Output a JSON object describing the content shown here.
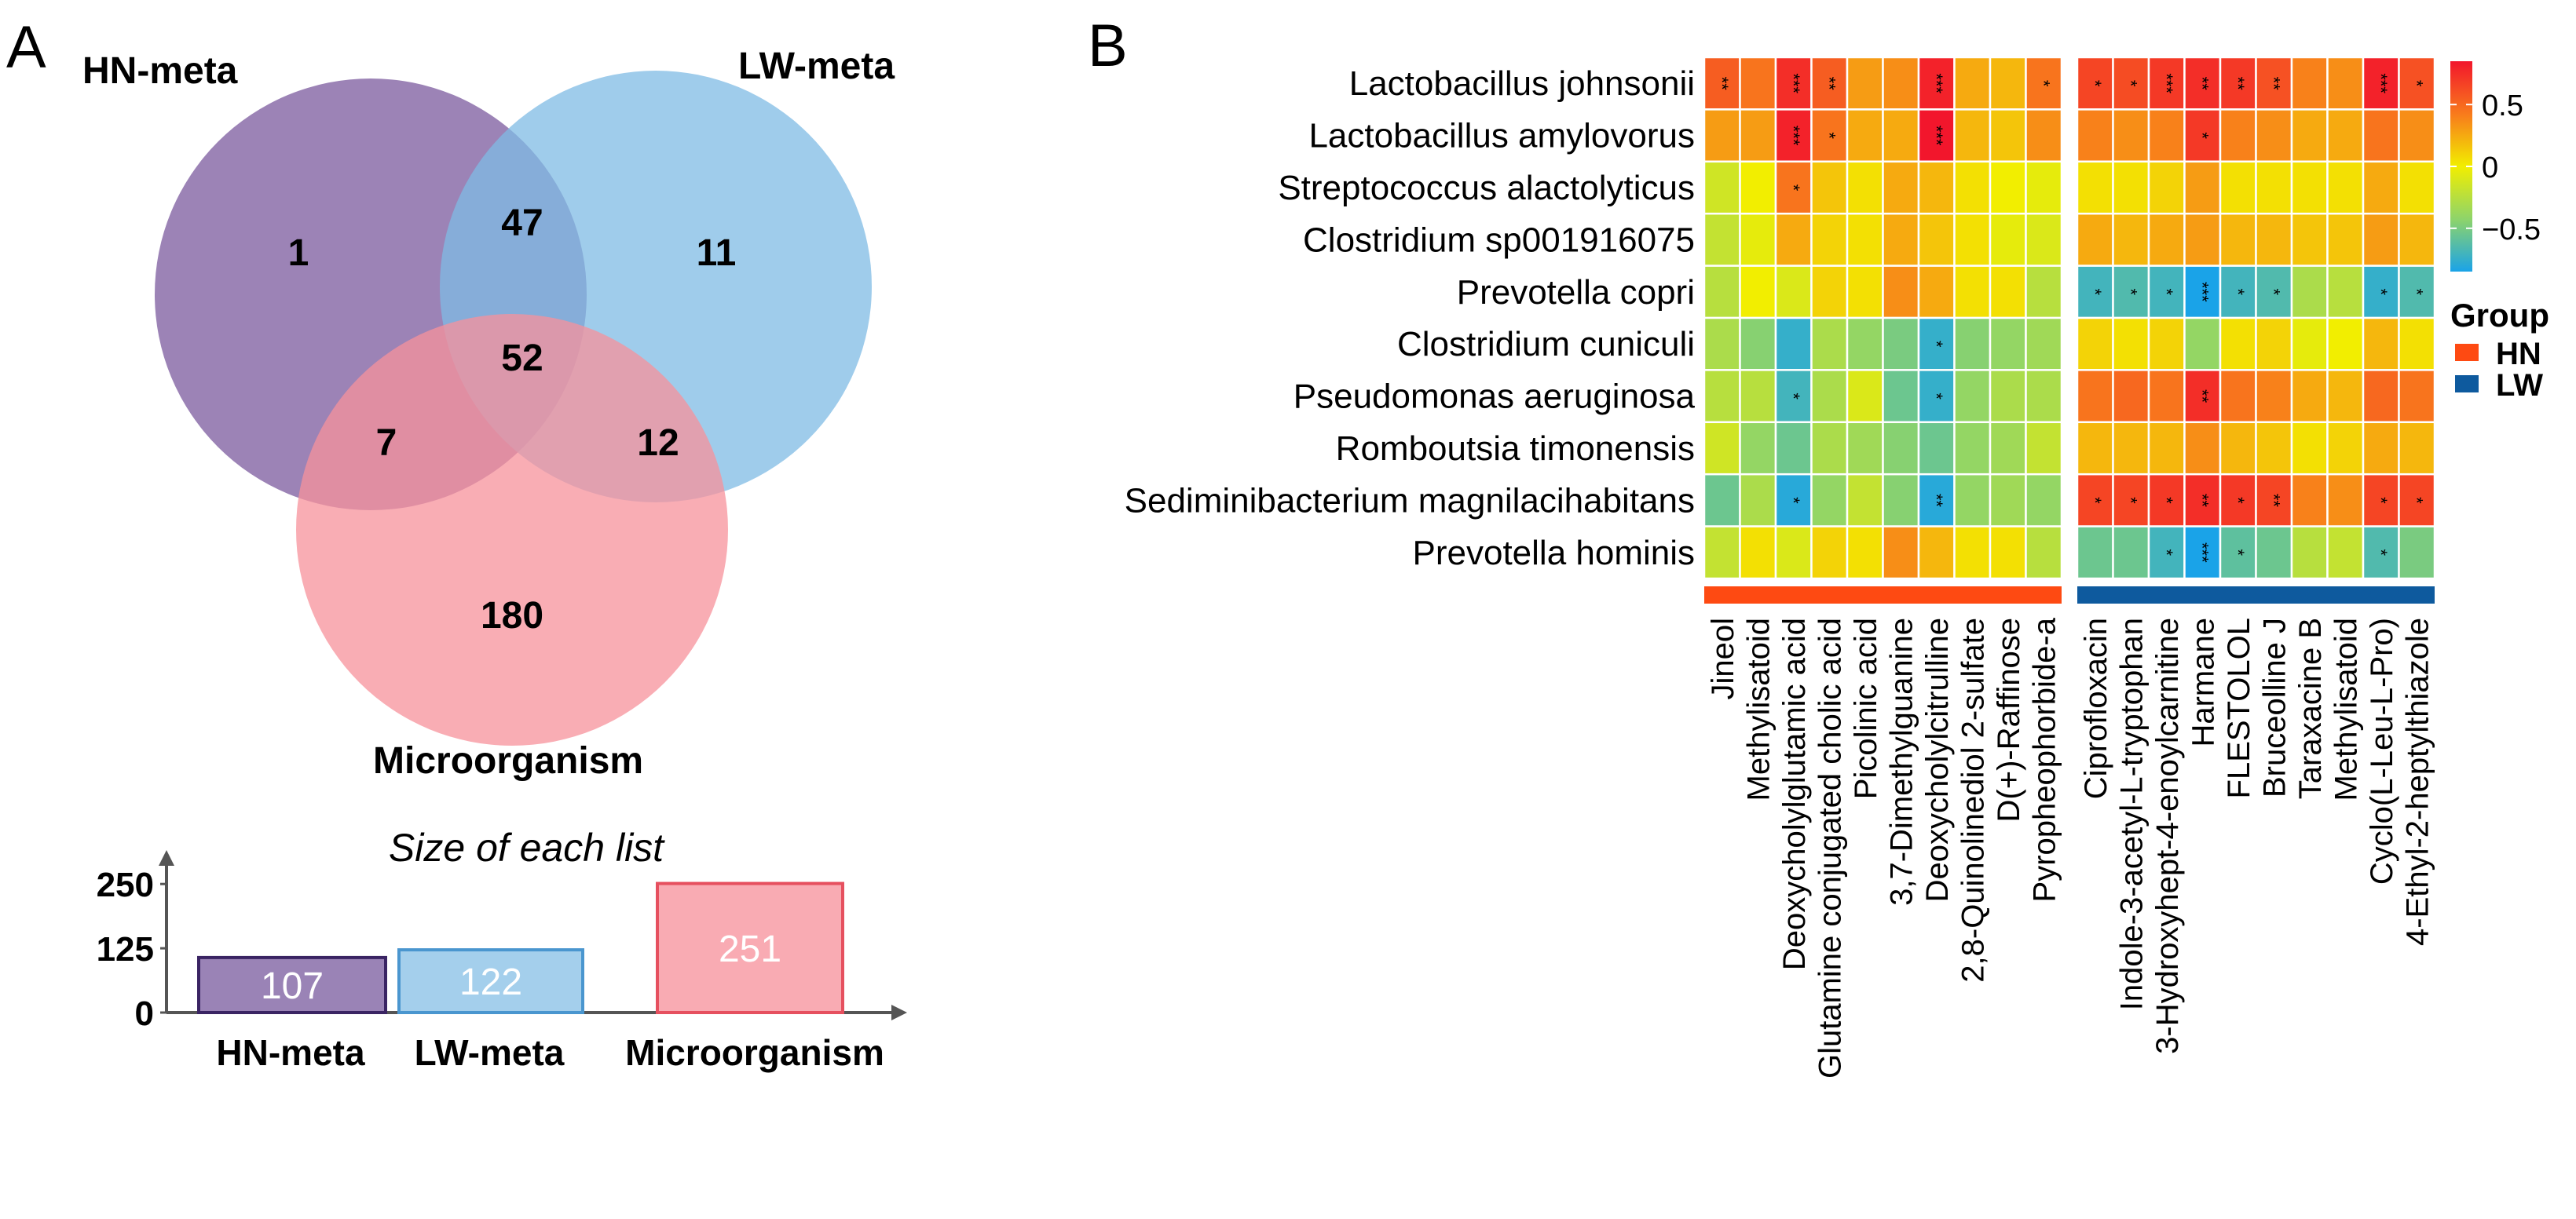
{
  "panel_a_label": "A",
  "panel_b_label": "B",
  "chart_data": [
    {
      "type": "venn",
      "sets": [
        {
          "name": "HN-meta",
          "color": "#7b5a9e"
        },
        {
          "name": "LW-meta",
          "color": "#7fbbe4"
        },
        {
          "name": "Microorganism",
          "color": "#f7929b"
        }
      ],
      "regions": {
        "HN_only": 1,
        "LW_only": 11,
        "Micro_only": 180,
        "HN_LW": 47,
        "HN_Micro": 7,
        "LW_Micro": 12,
        "all_three": 52
      }
    },
    {
      "type": "bar",
      "title": "Size of each list",
      "categories": [
        "HN-meta",
        "LW-meta",
        "Microorganism"
      ],
      "values": [
        107,
        122,
        251
      ],
      "value_labels": [
        "107",
        "122",
        "251"
      ],
      "yticks": [
        "0",
        "125",
        "250"
      ],
      "ylim": [
        0,
        290
      ],
      "colors": [
        "#9a83b6",
        "#a4cfec",
        "#f9abb3"
      ],
      "edge_colors": [
        "#3a2463",
        "#4a96cf",
        "#e6505f"
      ]
    },
    {
      "type": "heatmap",
      "rows": [
        "Lactobacillus johnsonii",
        "Lactobacillus amylovorus",
        "Streptococcus alactolyticus",
        "Clostridium sp001916075",
        "Prevotella copri",
        "Clostridium cuniculi",
        "Pseudomonas aeruginosa",
        "Romboutsia timonensis",
        "Sediminibacterium magnilacihabitans",
        "Prevotella hominis"
      ],
      "columns": [
        "Jineol",
        "Methylisatoid",
        "Deoxycholylglutamic acid",
        "Glutamine conjugated cholic acid",
        "Picolinic acid",
        "3,7-Dimethylguanine",
        "Deoxycholylcitrulline",
        "2,8-Quinolinediol 2-sulfate",
        "D(+)-Raffinose",
        "Pyropheophorbide-a",
        "Ciprofloxacin",
        "Indole-3-acetyl-L-tryptophan",
        "3-Hydroxyhept-4-enoylcarnitine",
        "Harmane",
        "FLESTOLOL",
        "Bruceolline J",
        "Taraxacine B",
        "Methylisatoid",
        "Cyclo(L-Leu-L-Pro)",
        "4-Ethyl-2-heptylthiazole"
      ],
      "column_groups": [
        "HN",
        "HN",
        "HN",
        "HN",
        "HN",
        "HN",
        "HN",
        "HN",
        "HN",
        "HN",
        "LW",
        "LW",
        "LW",
        "LW",
        "LW",
        "LW",
        "LW",
        "LW",
        "LW",
        "LW"
      ],
      "values": [
        [
          0.55,
          0.45,
          0.75,
          0.55,
          0.3,
          0.35,
          0.8,
          0.25,
          0.2,
          0.45,
          0.65,
          0.62,
          0.7,
          0.75,
          0.7,
          0.6,
          0.4,
          0.35,
          0.8,
          0.6
        ],
        [
          0.3,
          0.3,
          0.8,
          0.45,
          0.25,
          0.25,
          0.85,
          0.2,
          0.15,
          0.35,
          0.4,
          0.35,
          0.4,
          0.7,
          0.4,
          0.35,
          0.25,
          0.25,
          0.45,
          0.35
        ],
        [
          -0.15,
          0.0,
          0.45,
          0.15,
          0.05,
          0.25,
          0.2,
          0.05,
          0.0,
          -0.05,
          0.05,
          0.05,
          0.1,
          0.3,
          0.05,
          0.05,
          0.05,
          0.05,
          0.25,
          0.05
        ],
        [
          -0.2,
          -0.05,
          0.25,
          0.1,
          0.05,
          0.25,
          0.15,
          0.05,
          -0.05,
          -0.1,
          0.25,
          0.2,
          0.25,
          0.3,
          0.2,
          0.2,
          0.15,
          0.15,
          0.3,
          0.2
        ],
        [
          -0.25,
          0.0,
          -0.1,
          0.1,
          0.05,
          0.35,
          0.25,
          0.05,
          0.05,
          -0.25,
          -0.7,
          -0.65,
          -0.7,
          -0.85,
          -0.7,
          -0.65,
          -0.3,
          -0.25,
          -0.75,
          -0.65
        ],
        [
          -0.3,
          -0.45,
          -0.75,
          -0.3,
          -0.4,
          -0.5,
          -0.75,
          -0.45,
          -0.4,
          -0.35,
          0.1,
          0.05,
          0.1,
          -0.4,
          0.05,
          0.1,
          -0.05,
          0.0,
          0.2,
          0.05
        ],
        [
          -0.25,
          -0.25,
          -0.7,
          -0.3,
          -0.1,
          -0.55,
          -0.75,
          -0.4,
          -0.3,
          -0.3,
          0.45,
          0.5,
          0.45,
          0.75,
          0.45,
          0.4,
          0.25,
          0.2,
          0.5,
          0.45
        ],
        [
          -0.15,
          -0.4,
          -0.55,
          -0.3,
          -0.35,
          -0.45,
          -0.55,
          -0.4,
          -0.35,
          -0.2,
          0.2,
          0.2,
          0.2,
          0.35,
          0.2,
          0.15,
          0.05,
          0.1,
          0.25,
          0.2
        ],
        [
          -0.55,
          -0.3,
          -0.8,
          -0.4,
          -0.2,
          -0.45,
          -0.8,
          -0.4,
          -0.35,
          -0.4,
          0.65,
          0.65,
          0.7,
          0.75,
          0.7,
          0.65,
          0.4,
          0.35,
          0.65,
          0.65
        ],
        [
          -0.2,
          0.05,
          -0.1,
          0.1,
          0.05,
          0.35,
          0.2,
          0.05,
          0.05,
          -0.25,
          -0.55,
          -0.55,
          -0.7,
          -0.85,
          -0.6,
          -0.55,
          -0.25,
          -0.2,
          -0.65,
          -0.5
        ]
      ],
      "significance": [
        [
          "**",
          "",
          "***",
          "**",
          "",
          "",
          "***",
          "",
          "",
          "*",
          "*",
          "*",
          "***",
          "**",
          "**",
          "**",
          "",
          "",
          "***",
          "*"
        ],
        [
          "",
          "",
          "***",
          "*",
          "",
          "",
          "***",
          "",
          "",
          "",
          "",
          "",
          "",
          "*",
          "",
          "",
          "",
          "",
          "",
          ""
        ],
        [
          "",
          "",
          "*",
          "",
          "",
          "",
          "",
          "",
          "",
          "",
          "",
          "",
          "",
          "",
          "",
          "",
          "",
          "",
          "",
          ""
        ],
        [
          "",
          "",
          "",
          "",
          "",
          "",
          "",
          "",
          "",
          "",
          "",
          "",
          "",
          "",
          "",
          "",
          "",
          "",
          "",
          ""
        ],
        [
          "",
          "",
          "",
          "",
          "",
          "",
          "",
          "",
          "",
          "",
          "*",
          "*",
          "*",
          "***",
          "*",
          "*",
          "",
          "",
          "*",
          "*"
        ],
        [
          "",
          "",
          "",
          "",
          "",
          "",
          "*",
          "",
          "",
          "",
          "",
          "",
          "",
          "",
          "",
          "",
          "",
          "",
          "",
          ""
        ],
        [
          "",
          "",
          "*",
          "",
          "",
          "",
          "*",
          "",
          "",
          "",
          "",
          "",
          "",
          "**",
          "",
          "",
          "",
          "",
          "",
          ""
        ],
        [
          "",
          "",
          "",
          "",
          "",
          "",
          "",
          "",
          "",
          "",
          "",
          "",
          "",
          "",
          "",
          "",
          "",
          "",
          "",
          ""
        ],
        [
          "",
          "",
          "*",
          "",
          "",
          "",
          "**",
          "",
          "",
          "",
          "*",
          "*",
          "*",
          "**",
          "*",
          "**",
          "",
          "",
          "*",
          "*"
        ],
        [
          "",
          "",
          "",
          "",
          "",
          "",
          "",
          "",
          "",
          "",
          "",
          "",
          "*",
          "***",
          "*",
          "",
          "",
          "",
          "*",
          ""
        ]
      ],
      "color_scale": {
        "min": -0.85,
        "max": 0.85,
        "low": "#1aa3e8",
        "mid": "#f2ee00",
        "high": "#f2162c"
      },
      "legend_ticks": [
        "0.5",
        "0",
        "−0.5"
      ],
      "legend_tick_values": [
        0.5,
        0,
        -0.5
      ],
      "group_legend": {
        "title": "Group",
        "items": [
          {
            "name": "HN",
            "color": "#fe4a12"
          },
          {
            "name": "LW",
            "color": "#0e5a9e"
          }
        ]
      }
    }
  ]
}
